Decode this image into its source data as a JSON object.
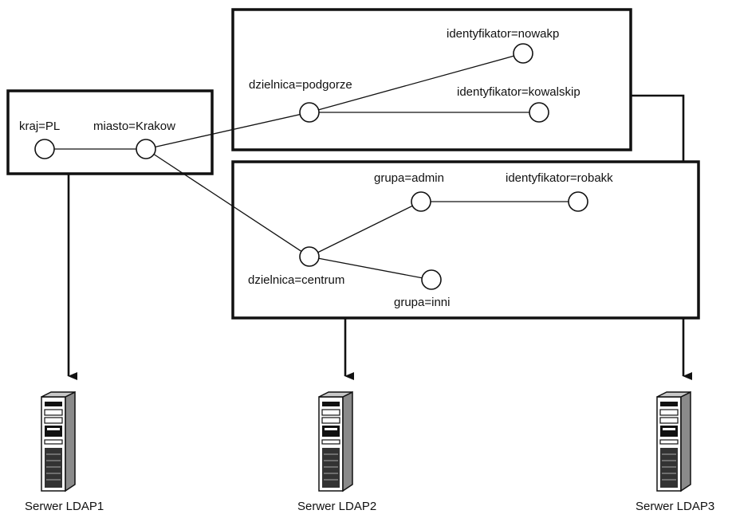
{
  "nodes": {
    "kraj": "kraj=PL",
    "miasto": "miasto=Krakow",
    "dzielnica_podgorze": "dzielnica=podgorze",
    "id_nowakp": "identyfikator=nowakp",
    "id_kowalskip": "identyfikator=kowalskip",
    "grupa_admin": "grupa=admin",
    "id_robakk": "identyfikator=robakk",
    "dzielnica_centrum": "dzielnica=centrum",
    "grupa_inni": "grupa=inni"
  },
  "servers": {
    "ldap1": "Serwer LDAP1",
    "ldap2": "Serwer LDAP2",
    "ldap3": "Serwer LDAP3"
  },
  "icons": {
    "server": "server-tower-icon",
    "arrow": "arrow-down-icon"
  },
  "colors": {
    "stroke": "#111111",
    "background": "#ffffff"
  }
}
